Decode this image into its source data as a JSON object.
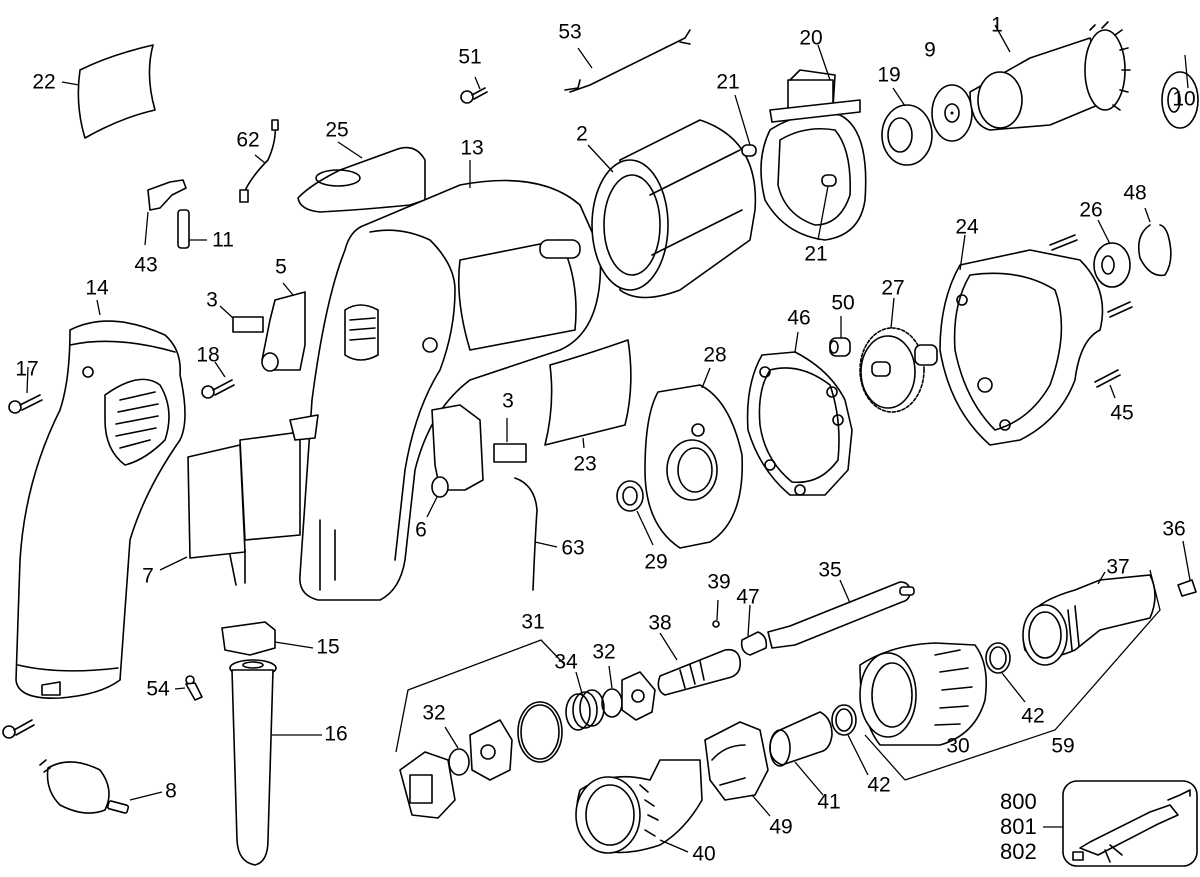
{
  "diagram": {
    "title": "Drywall screwdriver exploded parts view",
    "parts": [
      {
        "id": "1",
        "label": "1"
      },
      {
        "id": "2",
        "label": "2"
      },
      {
        "id": "3a",
        "label": "3"
      },
      {
        "id": "3b",
        "label": "3"
      },
      {
        "id": "5",
        "label": "5"
      },
      {
        "id": "6",
        "label": "6"
      },
      {
        "id": "7",
        "label": "7"
      },
      {
        "id": "8",
        "label": "8"
      },
      {
        "id": "9",
        "label": "9"
      },
      {
        "id": "10",
        "label": "10"
      },
      {
        "id": "11",
        "label": "11"
      },
      {
        "id": "13",
        "label": "13"
      },
      {
        "id": "14",
        "label": "14"
      },
      {
        "id": "15",
        "label": "15"
      },
      {
        "id": "16",
        "label": "16"
      },
      {
        "id": "17",
        "label": "17"
      },
      {
        "id": "18",
        "label": "18"
      },
      {
        "id": "19",
        "label": "19"
      },
      {
        "id": "20",
        "label": "20"
      },
      {
        "id": "21a",
        "label": "21"
      },
      {
        "id": "21b",
        "label": "21"
      },
      {
        "id": "22",
        "label": "22"
      },
      {
        "id": "23",
        "label": "23"
      },
      {
        "id": "24",
        "label": "24"
      },
      {
        "id": "25",
        "label": "25"
      },
      {
        "id": "26",
        "label": "26"
      },
      {
        "id": "27",
        "label": "27"
      },
      {
        "id": "28",
        "label": "28"
      },
      {
        "id": "29",
        "label": "29"
      },
      {
        "id": "30",
        "label": "30"
      },
      {
        "id": "31",
        "label": "31"
      },
      {
        "id": "32a",
        "label": "32"
      },
      {
        "id": "32b",
        "label": "32"
      },
      {
        "id": "34",
        "label": "34"
      },
      {
        "id": "35",
        "label": "35"
      },
      {
        "id": "36",
        "label": "36"
      },
      {
        "id": "37",
        "label": "37"
      },
      {
        "id": "38",
        "label": "38"
      },
      {
        "id": "39",
        "label": "39"
      },
      {
        "id": "40",
        "label": "40"
      },
      {
        "id": "41",
        "label": "41"
      },
      {
        "id": "42a",
        "label": "42"
      },
      {
        "id": "42b",
        "label": "42"
      },
      {
        "id": "43",
        "label": "43"
      },
      {
        "id": "45",
        "label": "45"
      },
      {
        "id": "46",
        "label": "46"
      },
      {
        "id": "47",
        "label": "47"
      },
      {
        "id": "48",
        "label": "48"
      },
      {
        "id": "49",
        "label": "49"
      },
      {
        "id": "50",
        "label": "50"
      },
      {
        "id": "51",
        "label": "51"
      },
      {
        "id": "53",
        "label": "53"
      },
      {
        "id": "54",
        "label": "54"
      },
      {
        "id": "59",
        "label": "59"
      },
      {
        "id": "62",
        "label": "62"
      },
      {
        "id": "63",
        "label": "63"
      }
    ],
    "kit": {
      "labels": [
        "800",
        "801",
        "802"
      ],
      "item": "extension-tool-icon"
    }
  }
}
